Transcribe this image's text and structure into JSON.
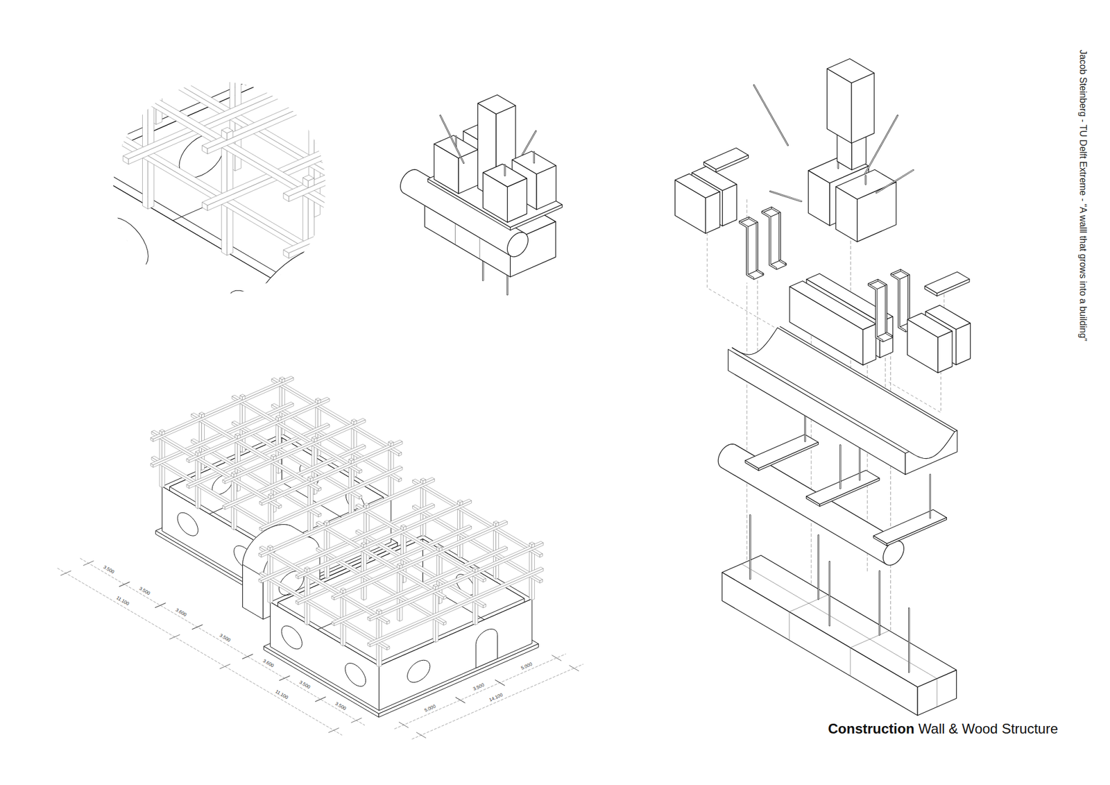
{
  "diagram": {
    "title": "Construction",
    "labels": [
      "Jacob Steinberg - TU Delft Extreme - “A walll that grows into a building”",
      "3.500",
      "3.500",
      "11.100",
      "3.600",
      "3.500",
      "3.600",
      "3.500",
      "3.500",
      "11.100",
      "5.000",
      "14.100",
      "3.500",
      "5.000",
      "Wall & Wood Structure"
    ]
  }
}
